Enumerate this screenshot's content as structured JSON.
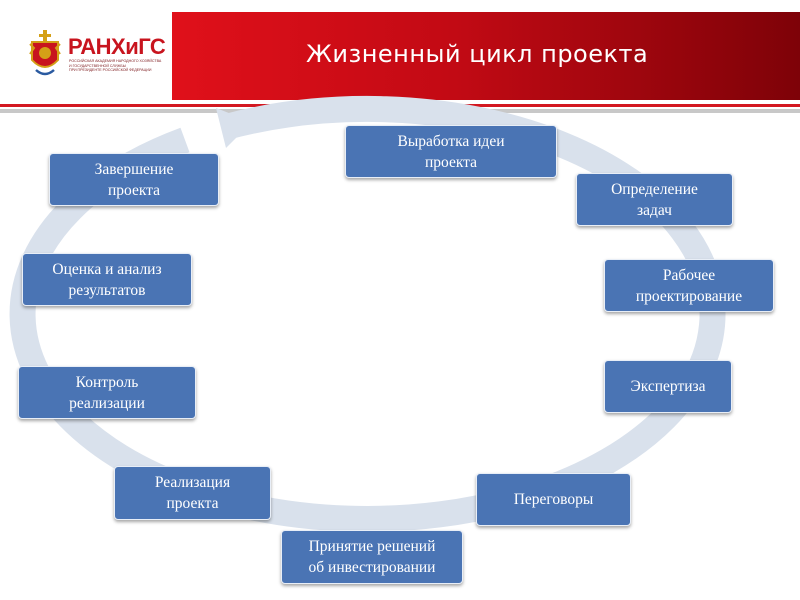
{
  "header": {
    "logo_name": "РАНХиГС",
    "logo_subtitle": "Российская академия народного хозяйства\nи государственной службы\nпри Президенте Российской Федерации",
    "title": "Жизненный цикл проекта"
  },
  "colors": {
    "title_bar_start": "#e0101a",
    "title_bar_end": "#7e0208",
    "stage_box": "#4a74b4",
    "cycle_ring": "#d9e1ec",
    "logo_red": "#c8141e"
  },
  "cycle": {
    "direction": "clockwise",
    "stages": [
      {
        "label": "Выработка идеи\nпроекта"
      },
      {
        "label": "Определение\nзадач"
      },
      {
        "label": "Рабочее\nпроектирование"
      },
      {
        "label": "Экспертиза"
      },
      {
        "label": "Переговоры"
      },
      {
        "label": "Принятие решений\nоб инвестировании"
      },
      {
        "label": "Реализация\nпроекта"
      },
      {
        "label": "Контроль\nреализации"
      },
      {
        "label": "Оценка и анализ\nрезультатов"
      },
      {
        "label": "Завершение\nпроекта"
      }
    ]
  }
}
